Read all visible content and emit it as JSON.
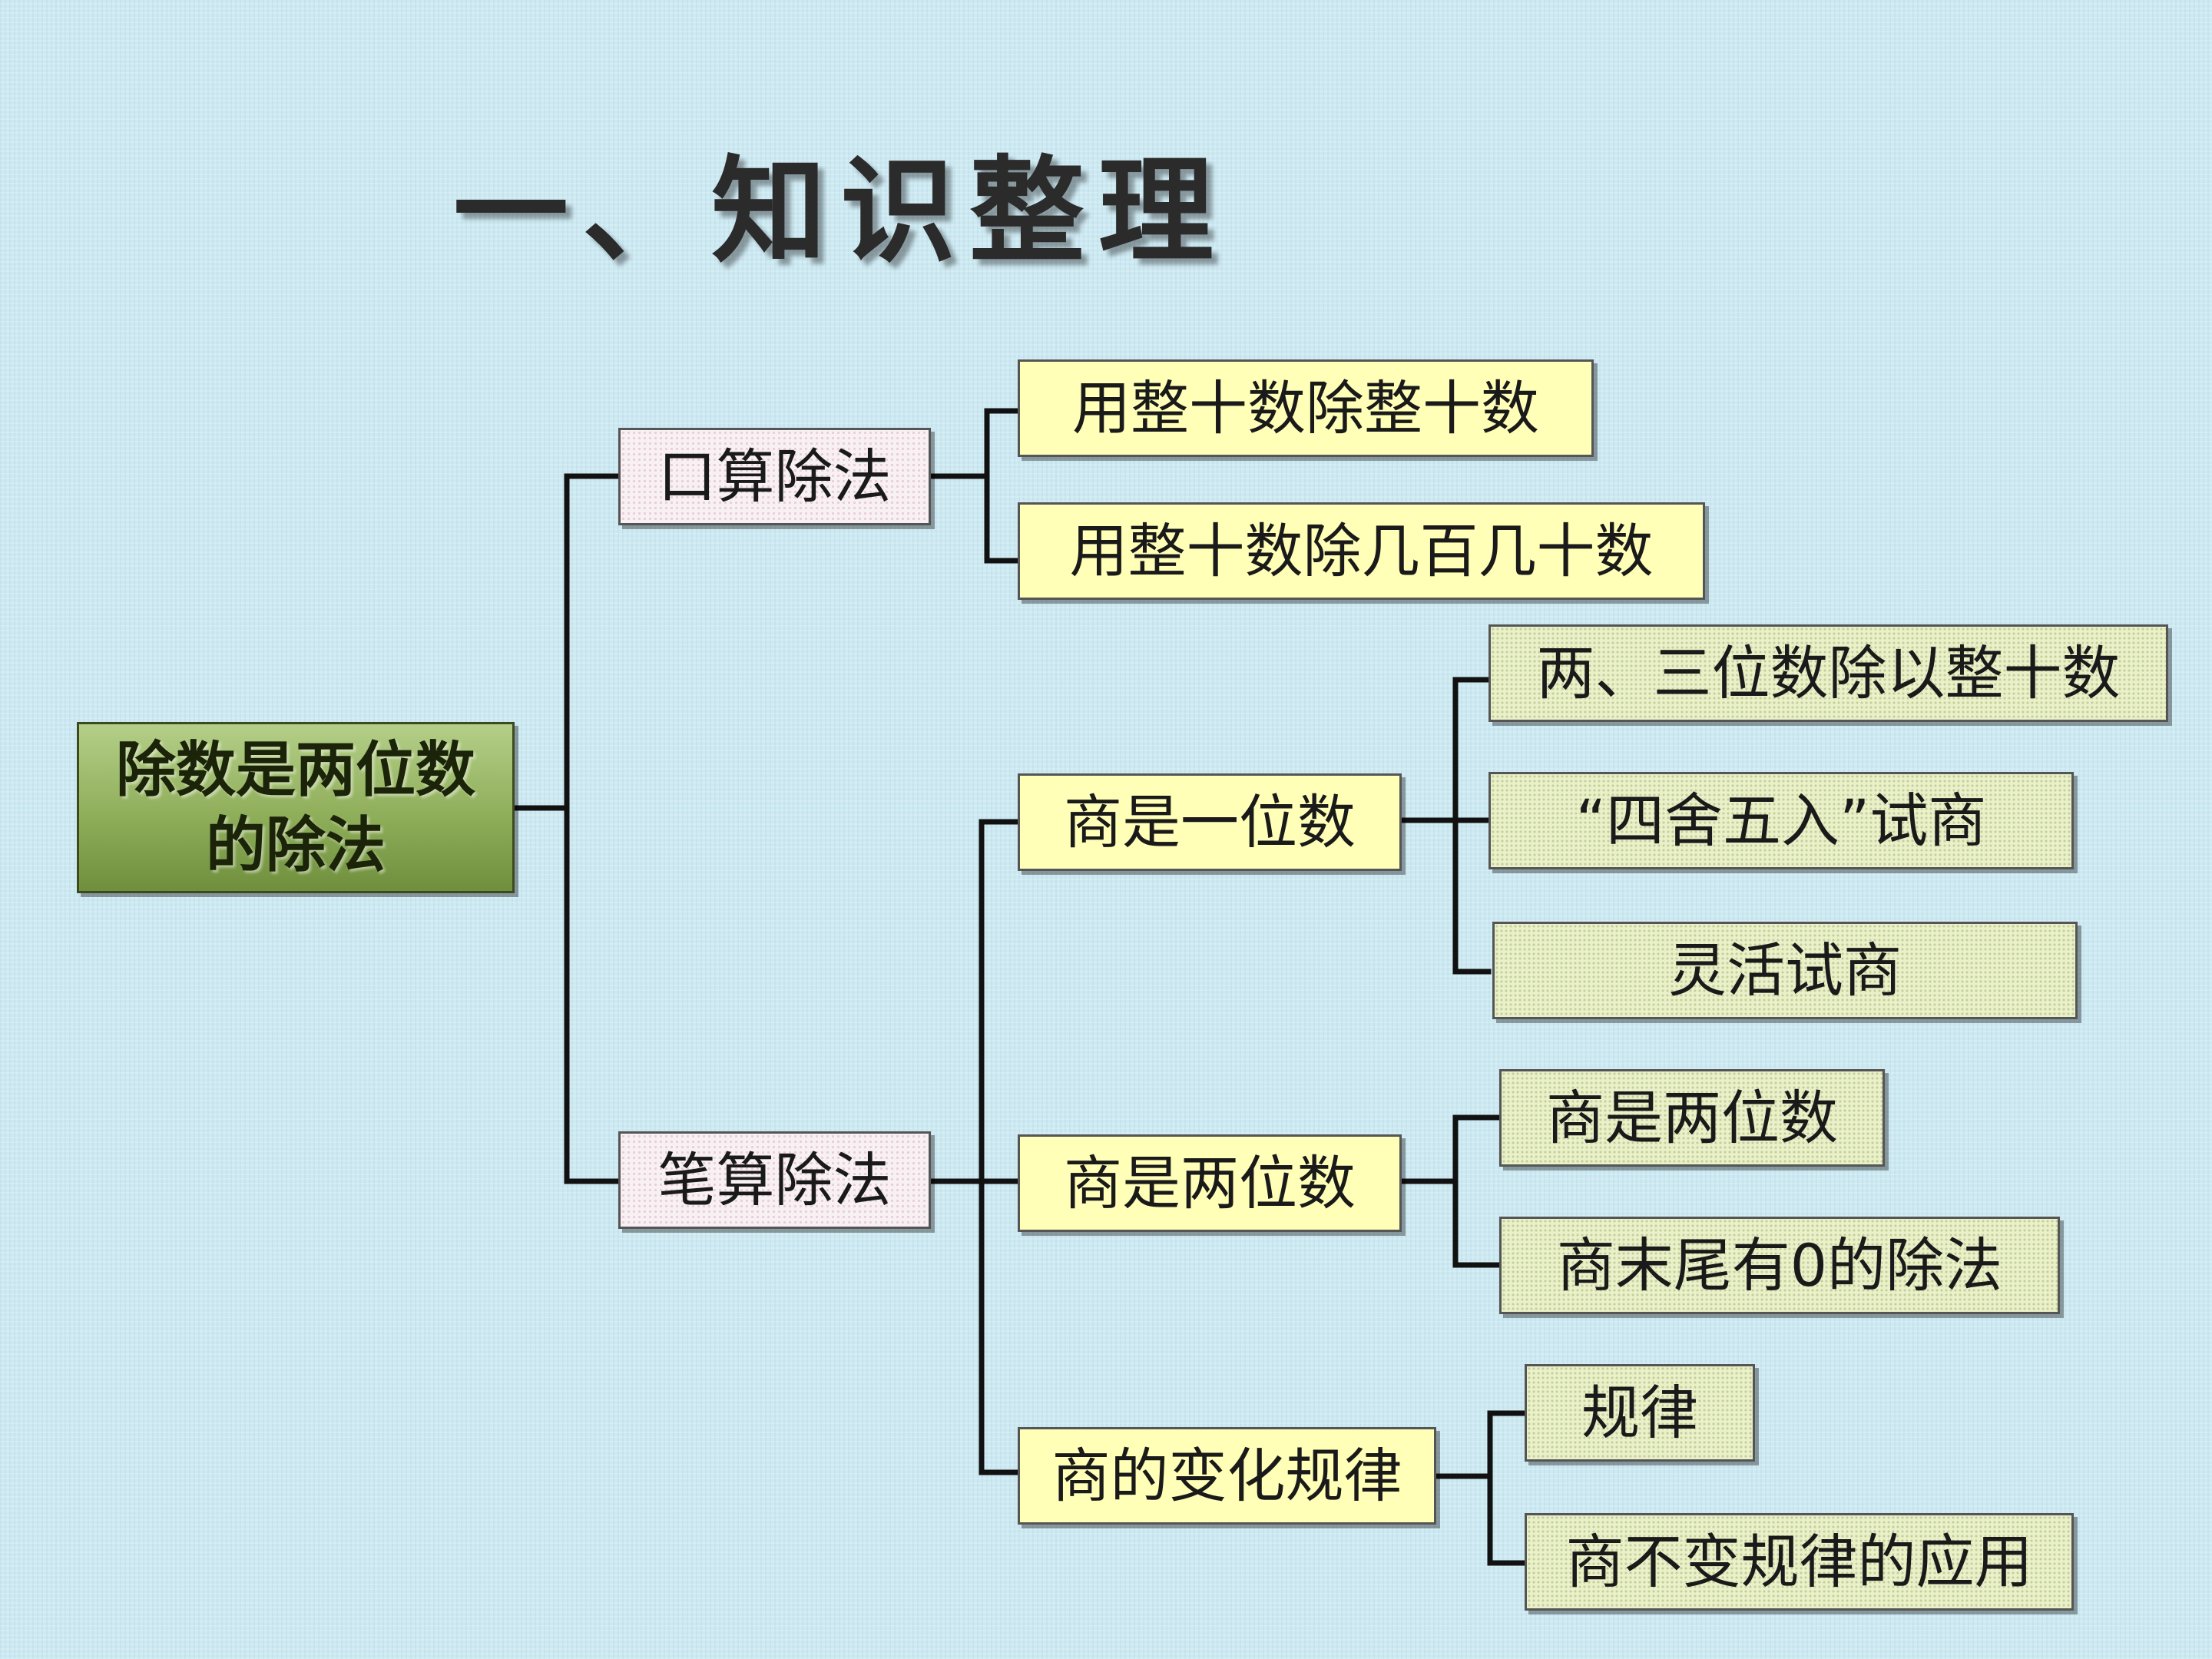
{
  "slide": {
    "title": "一、知识整理"
  },
  "diagram": {
    "root": {
      "line1": "除数是两位数",
      "line2": "的除法"
    },
    "oral": {
      "label": "口算除法",
      "children": [
        "用整十数除整十数",
        "用整十数除几百几十数"
      ]
    },
    "written": {
      "label": "笔算除法",
      "one_digit": {
        "label": "商是一位数",
        "children": [
          "两、三位数除以整十数",
          "“四舍五入”试商",
          "灵活试商"
        ]
      },
      "two_digit": {
        "label": "商是两位数",
        "children": [
          "商是两位数",
          "商末尾有0的除法"
        ]
      },
      "rule": {
        "label": "商的变化规律",
        "children": [
          "规律",
          "商不变规律的应用"
        ]
      }
    }
  },
  "colors": {
    "line": "#111111",
    "root_fill": "#8fae5a",
    "yellow_fill": "#ffffb8",
    "background": "#cde9f2"
  }
}
